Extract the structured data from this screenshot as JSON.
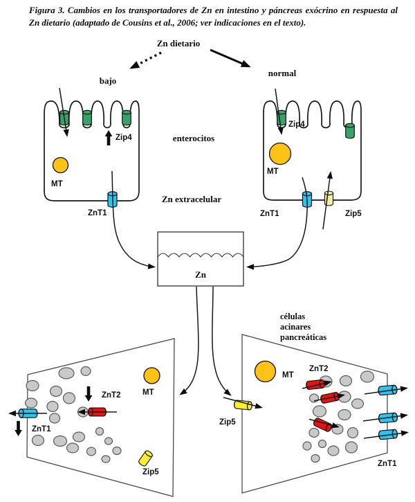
{
  "caption": "Figura 3. Cambios en los transportadores de Zn en intestino y páncreas exócrino en respuesta al Zn dietario (adaptado de Cousins et al., 2006; ver indicaciones en el texto).",
  "colors": {
    "green": "#3aa168",
    "cyan": "#2ec4f0",
    "gold": "#ffc316",
    "red": "#e51212",
    "yellow": "#fdee2e",
    "yellow_pale": "#f2efa4",
    "granule": "#c9c9c9"
  },
  "top": {
    "title": "Zn dietario",
    "left_condition": "bajo",
    "right_condition": "normal"
  },
  "labels": {
    "enterocytes": "enterocitos",
    "extracellular": "Zn extracelular",
    "pool": "Zn",
    "acinar_line1": "células",
    "acinar_line2": "acinares",
    "acinar_line3": "pancreáticas"
  },
  "enterocyte_low": {
    "zip4": "Zip4",
    "mt": "MT",
    "znt1": "ZnT1"
  },
  "enterocyte_normal": {
    "zip4": "Zip4",
    "mt": "MT",
    "znt1": "ZnT1",
    "zip5": "Zip5"
  },
  "acinar_low": {
    "znt1": "ZnT1",
    "znt2": "ZnT2",
    "mt": "MT",
    "zip5": "Zip5"
  },
  "acinar_normal": {
    "zip5": "Zip5",
    "znt2": "ZnT2",
    "mt": "MT",
    "znt1": "ZnT1"
  }
}
